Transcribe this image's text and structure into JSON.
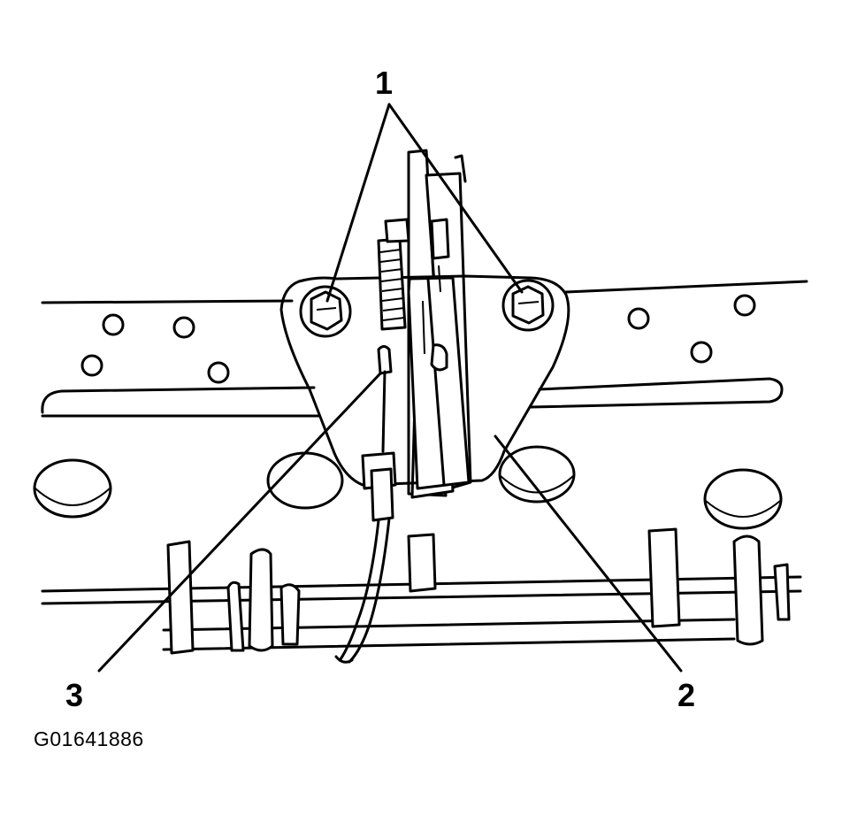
{
  "callouts": [
    {
      "id": "1",
      "label": "1"
    },
    {
      "id": "2",
      "label": "2"
    },
    {
      "id": "3",
      "label": "3"
    }
  ],
  "figure_id": "G01641886"
}
